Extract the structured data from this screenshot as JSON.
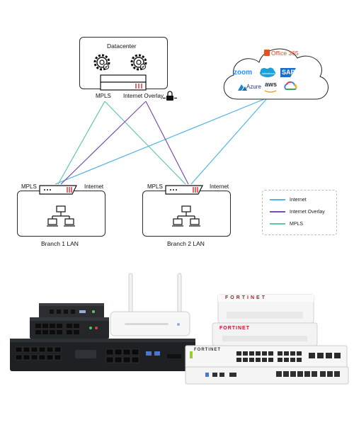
{
  "datacenter": {
    "title": "Datacenter",
    "mpls_label": "MPLS",
    "internet_overlay_label": "Internet Overlay"
  },
  "branches": [
    {
      "name": "Branch 1 LAN",
      "mpls_label": "MPLS",
      "internet_label": "Internet"
    },
    {
      "name": "Branch 2 LAN",
      "mpls_label": "MPLS",
      "internet_label": "Internet"
    }
  ],
  "cloud": {
    "services": [
      "Office 365",
      "zoom",
      "salesforce",
      "SAP",
      "Azure",
      "aws",
      "Google Cloud"
    ]
  },
  "legend": {
    "items": [
      {
        "label": "Internet",
        "color": "#4fb6e6"
      },
      {
        "label": "Internet Overlay",
        "color": "#7a4fb0"
      },
      {
        "label": "MPLS",
        "color": "#5ec9a6"
      }
    ]
  },
  "hardware": {
    "brand_text": "FORTINET"
  }
}
